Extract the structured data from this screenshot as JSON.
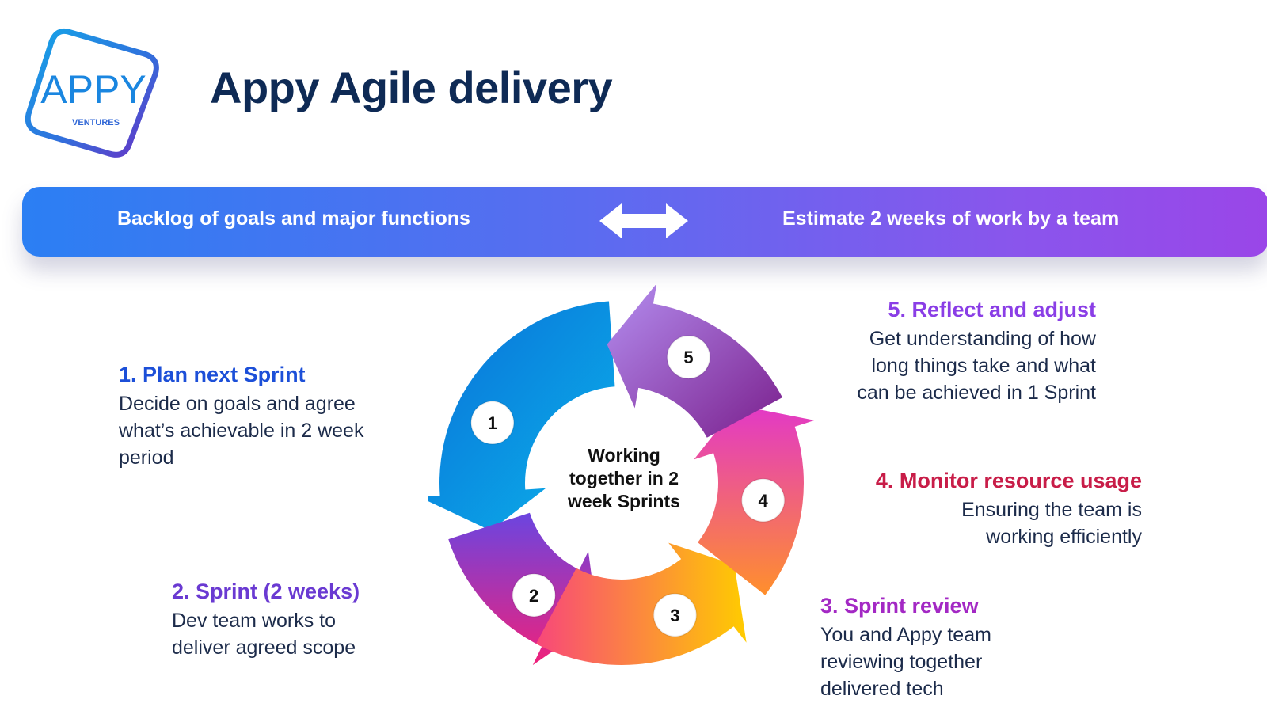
{
  "logo": {
    "brand": "APPY",
    "sub": "VENTURES"
  },
  "header": {
    "title": "Appy Agile delivery"
  },
  "banner": {
    "left": "Backlog of goals and major functions",
    "right": "Estimate 2 weeks of work by a team"
  },
  "cycle": {
    "center": [
      "Working",
      "together in 2",
      "week Sprints"
    ],
    "numbers": [
      "1",
      "2",
      "3",
      "4",
      "5"
    ]
  },
  "steps": [
    {
      "title": "1. Plan next Sprint",
      "lines": [
        "Decide on goals and agree",
        "what’s achievable in 2 week",
        "period"
      ]
    },
    {
      "title": "2. Sprint (2 weeks)",
      "lines": [
        "Dev team works to",
        "deliver agreed scope"
      ]
    },
    {
      "title": "3. Sprint review",
      "lines": [
        "You and Appy team",
        "reviewing together",
        "delivered tech"
      ]
    },
    {
      "title": "4. Monitor resource usage",
      "lines": [
        "Ensuring the team is",
        "working efficiently"
      ]
    },
    {
      "title": "5. Reflect and adjust",
      "lines": [
        "Get understanding of how",
        "long things take and what",
        "can be achieved in 1 Sprint"
      ]
    }
  ]
}
